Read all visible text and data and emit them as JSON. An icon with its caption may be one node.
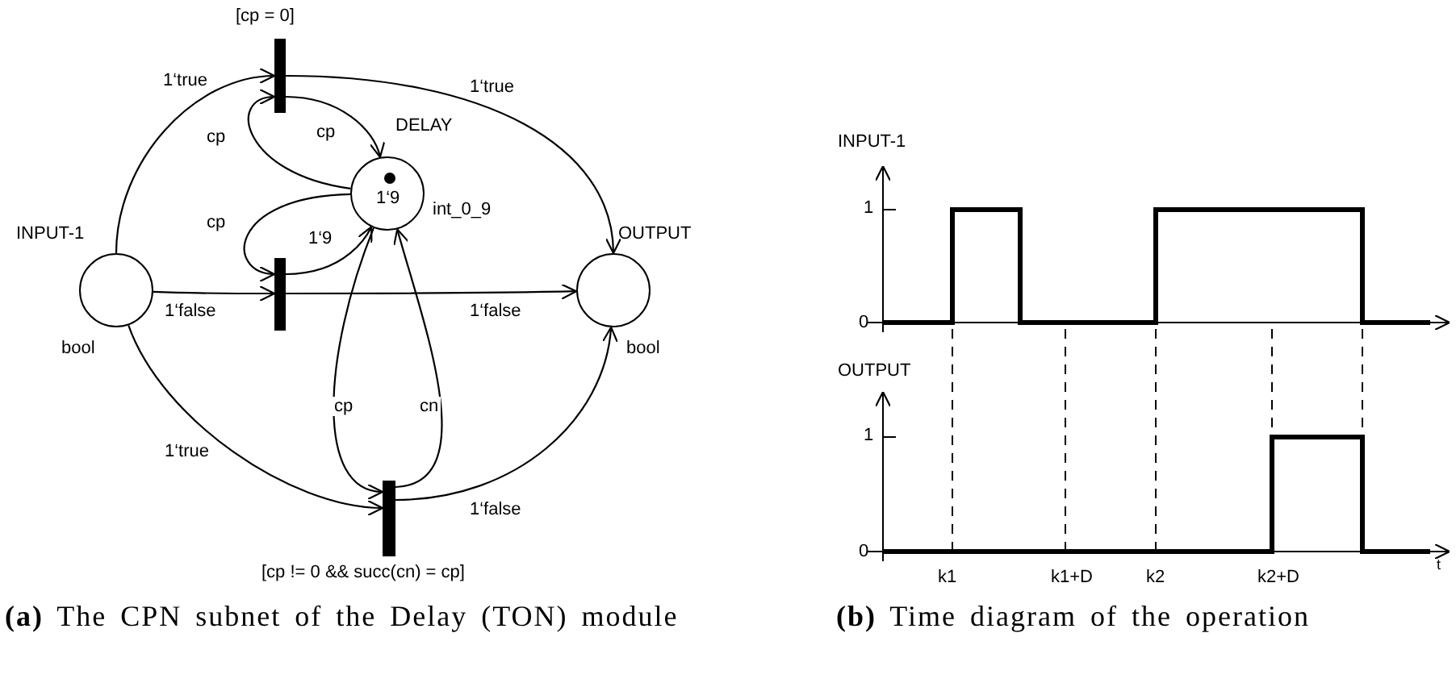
{
  "diagram": {
    "nodes": [
      {
        "text": [
          "INPUT-1"
        ],
        "beside": [
          "bool"
        ]
      },
      {
        "text": [
          "[cp = 0]"
        ]
      },
      {
        "text": [
          "DELAY",
          "1‘9"
        ],
        "beside": [
          "int_0_9"
        ]
      },
      {
        "text": [],
        "shape": "bar"
      },
      {
        "text": [
          "OUTPUT"
        ],
        "beside": [
          "bool"
        ]
      },
      {
        "text": [
          "[cp != 0 && succ(cn) = cp]"
        ]
      }
    ],
    "edges": [
      {
        "from": 0,
        "to": 1,
        "arrow": "to",
        "label": "1‘true"
      },
      {
        "from": 1,
        "to": 4,
        "arrow": "to",
        "label": "1‘true"
      },
      {
        "from": 2,
        "to": 1,
        "arrow": "to",
        "label": "cp"
      },
      {
        "from": 1,
        "to": 2,
        "arrow": "to",
        "label": "cp"
      },
      {
        "from": 2,
        "to": 3,
        "arrow": "to",
        "label": "cp"
      },
      {
        "from": 3,
        "to": 2,
        "arrow": "to",
        "label": "1‘9"
      },
      {
        "from": 0,
        "to": 3,
        "arrow": "to",
        "label": "1‘false"
      },
      {
        "from": 3,
        "to": 4,
        "arrow": "to",
        "label": "1‘false"
      },
      {
        "from": 2,
        "to": 5,
        "arrow": "to",
        "label": "cp"
      },
      {
        "from": 5,
        "to": 2,
        "arrow": "to",
        "label": "cn"
      },
      {
        "from": 0,
        "to": 5,
        "arrow": "to",
        "label": "1‘true"
      },
      {
        "from": 5,
        "to": 4,
        "arrow": "to",
        "label": "1‘false"
      }
    ],
    "labels": [
      "INPUT-1",
      "1",
      "0",
      "OUTPUT",
      "1",
      "0",
      "k1",
      "k1+D",
      "k2",
      "k2+D",
      "t",
      "**(a)** The CPN subnet of the Delay (TON) module",
      "**(b)** Time diagram of the operation"
    ]
  }
}
